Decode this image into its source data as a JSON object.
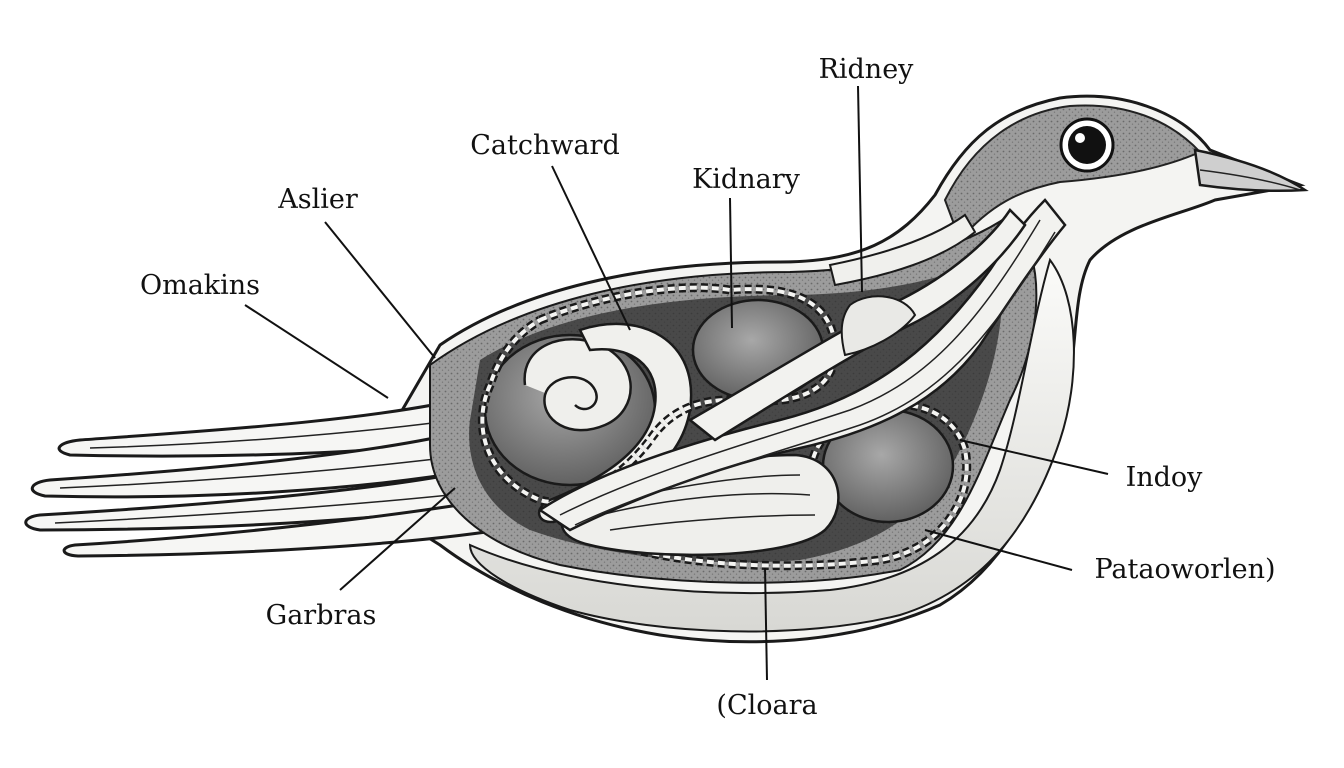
{
  "labels": {
    "ridney": "Ridney",
    "catchward": "Catchward",
    "kidnary": "Kidnary",
    "aslier": "Aslier",
    "omakins": "Omakins",
    "indoy": "Indoy",
    "pataoworlen": "Pataoworlen)",
    "garbras": "Garbras",
    "cloara": "(Cloara"
  },
  "colors": {
    "ink": "#111111",
    "cavity": "#3a3a3a",
    "organ": "#8a8a8a",
    "body": "#f4f4f2",
    "head": "#9a9a9a"
  }
}
